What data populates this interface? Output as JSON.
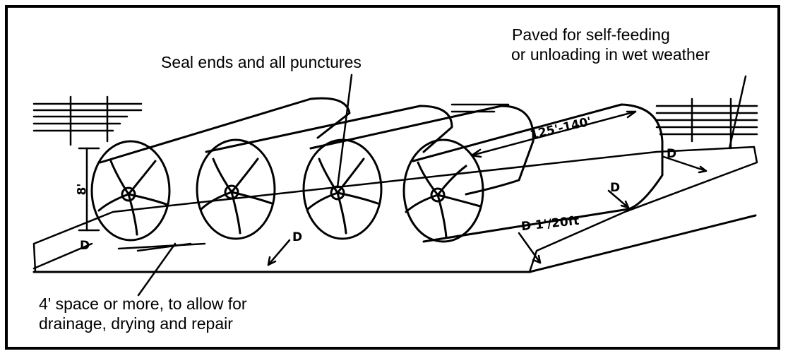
{
  "labels": {
    "paved_line1": "Paved for self-feeding",
    "paved_line2": "or unloading in wet weather",
    "seal": "Seal ends and all punctures",
    "space_line1": "4' space or more, to allow for",
    "space_line2": "drainage, drying and repair"
  },
  "handwritten": {
    "length": "125'-140'",
    "height": "8'",
    "slope": "D 1'/20ft",
    "drain": "D"
  },
  "colors": {
    "ink": "#000000",
    "background": "#ffffff"
  }
}
